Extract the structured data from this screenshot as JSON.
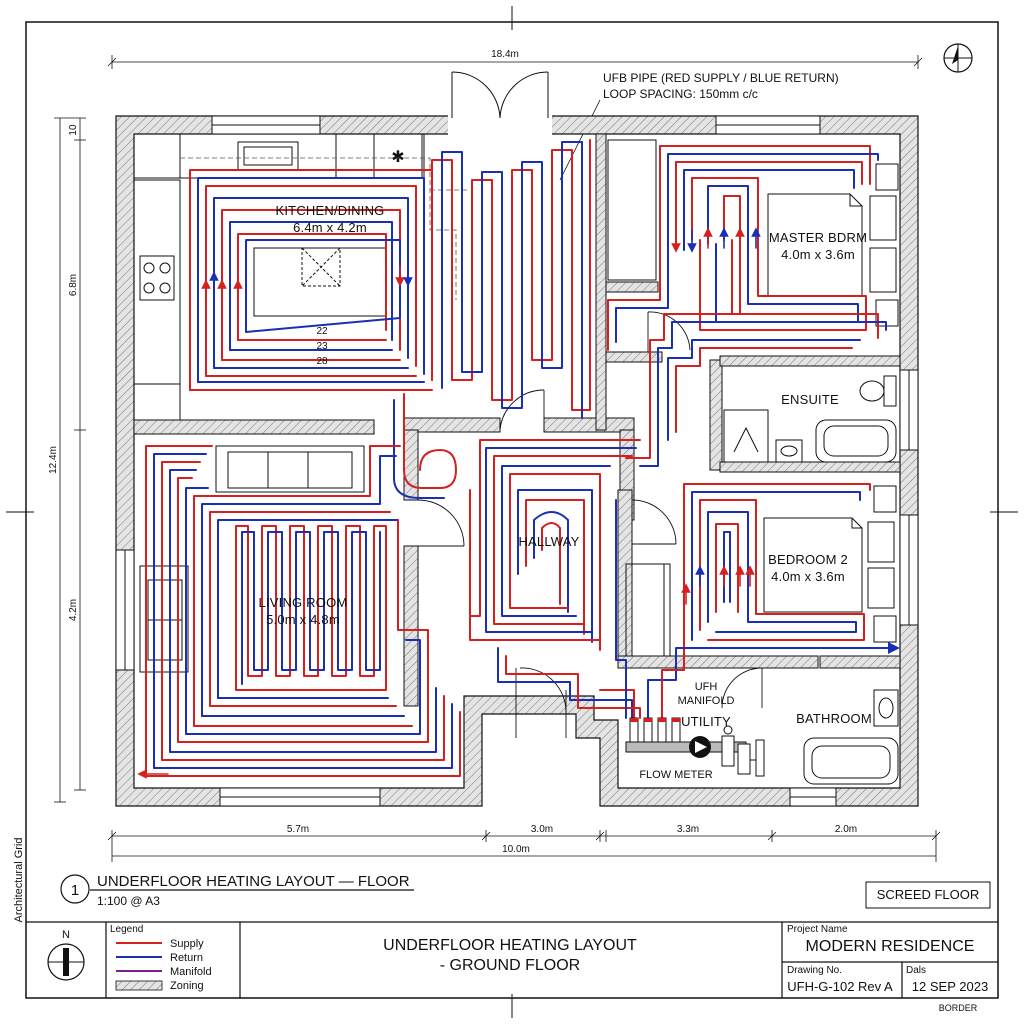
{
  "drawing": {
    "overall_dim_top": "18.4m",
    "overall_dim_bottom": "10.0m",
    "seg_dims_bottom": [
      "5.7m",
      "3.0m",
      "3.3m",
      "2.0m"
    ],
    "left_dims": [
      "10",
      "6.8m",
      "12.4m",
      "4.2m"
    ],
    "side_label": "Architectural Grid",
    "annotation_line1": "UFB PIPE (RED SUPPLY / BLUE RETURN)",
    "annotation_line2": "LOOP SPACING: 150mm c/c",
    "view_number": "1",
    "view_title": "UNDERFLOOR HEATING LAYOUT — FLOOR",
    "view_scale": "1:100 @ A3",
    "screed_label": "SCREED FLOOR",
    "loop_numbers": [
      "22",
      "23",
      "28"
    ]
  },
  "rooms": [
    {
      "name": "KITCHEN/DINING",
      "size": "6.4m x 4.2m"
    },
    {
      "name": "MASTER BDRM",
      "size": "4.0m x 3.6m"
    },
    {
      "name": "ENSUITE",
      "size": ""
    },
    {
      "name": "LIVING ROOM",
      "size": "5.0m x 4.8m"
    },
    {
      "name": "HALLWAY",
      "size": ""
    },
    {
      "name": "BEDROOM 2",
      "size": "4.0m x 3.6m"
    },
    {
      "name": "UTILITY",
      "size": ""
    },
    {
      "name": "BATHROOM",
      "size": ""
    }
  ],
  "manifold": {
    "label_line1": "UFH",
    "label_line2": "MANIFOLD",
    "flow_meter": "FLOW METER"
  },
  "legend": {
    "title": "Legend",
    "items": [
      {
        "label": "Supply",
        "color": "#d62020"
      },
      {
        "label": "Return",
        "color": "#1a2fb8"
      },
      {
        "label": "Manifold",
        "color": "#7a1e8c"
      },
      {
        "label": "Zoning",
        "color": "#888888"
      }
    ]
  },
  "title_block": {
    "title_line1": "UNDERFLOOR HEATING LAYOUT",
    "title_line2": "- GROUND FLOOR",
    "project_label": "Project Name",
    "project_name": "MODERN RESIDENCE",
    "drawing_no_label": "Drawing No.",
    "drawing_no": "UFH-G-102 Rev A",
    "date_label": "Dals",
    "date": "12 SEP 2023",
    "border_label": "BORDER",
    "north_label": "N"
  },
  "colors": {
    "supply": "#d62020",
    "return": "#1a2fb8",
    "wall_fill": "#d9d9d9",
    "line": "#111111"
  }
}
